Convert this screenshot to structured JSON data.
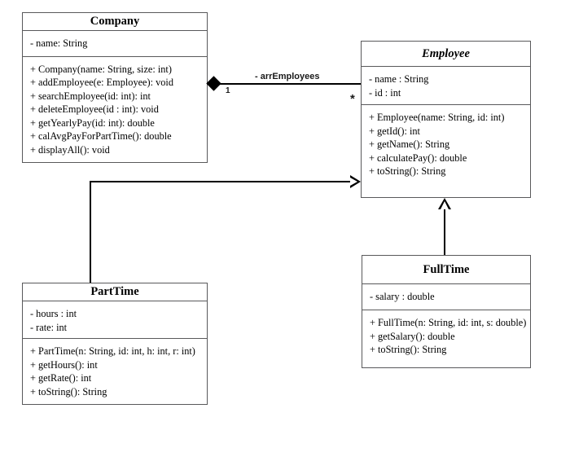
{
  "diagram": {
    "kind": "uml-class-diagram",
    "background_color": "#ffffff",
    "line_color": "#000000",
    "border_color": "#59595b"
  },
  "classes": {
    "company": {
      "name": "Company",
      "abstract": false,
      "attributes": [
        "- name: String"
      ],
      "methods": [
        "+ Company(name: String, size: int)",
        "+ addEmployee(e: Employee): void",
        "+ searchEmployee(id: int): int",
        "+ deleteEmployee(id : int): void",
        "+ getYearlyPay(id: int): double",
        "+ calAvgPayForPartTime(): double",
        "+ displayAll(): void"
      ]
    },
    "employee": {
      "name": "Employee",
      "abstract": true,
      "attributes": [
        "- name : String",
        "- id : int"
      ],
      "methods": [
        "+ Employee(name: String, id: int)",
        "+ getId(): int",
        "+ getName(): String",
        "+ calculatePay(): double",
        "+ toString(): String"
      ]
    },
    "parttime": {
      "name": "PartTime",
      "abstract": false,
      "attributes": [
        "- hours : int",
        "- rate: int"
      ],
      "methods": [
        "+ PartTime(n: String, id: int, h: int, r: int)",
        "+ getHours(): int",
        "+ getRate(): int",
        "+ toString(): String"
      ]
    },
    "fulltime": {
      "name": "FullTime",
      "abstract": false,
      "attributes": [
        "- salary : double"
      ],
      "methods": [
        "+ FullTime(n: String, id: int, s: double)",
        "+ getSalary(): double",
        "+ toString(): String"
      ]
    }
  },
  "relationships": {
    "composition": {
      "type": "composition",
      "from": "Company",
      "to": "Employee",
      "label": "- arrEmployees",
      "source_multiplicity": "1",
      "target_multiplicity": "*"
    },
    "generalization_parttime": {
      "type": "generalization",
      "from": "PartTime",
      "to": "Employee"
    },
    "generalization_fulltime": {
      "type": "generalization",
      "from": "FullTime",
      "to": "Employee"
    }
  }
}
